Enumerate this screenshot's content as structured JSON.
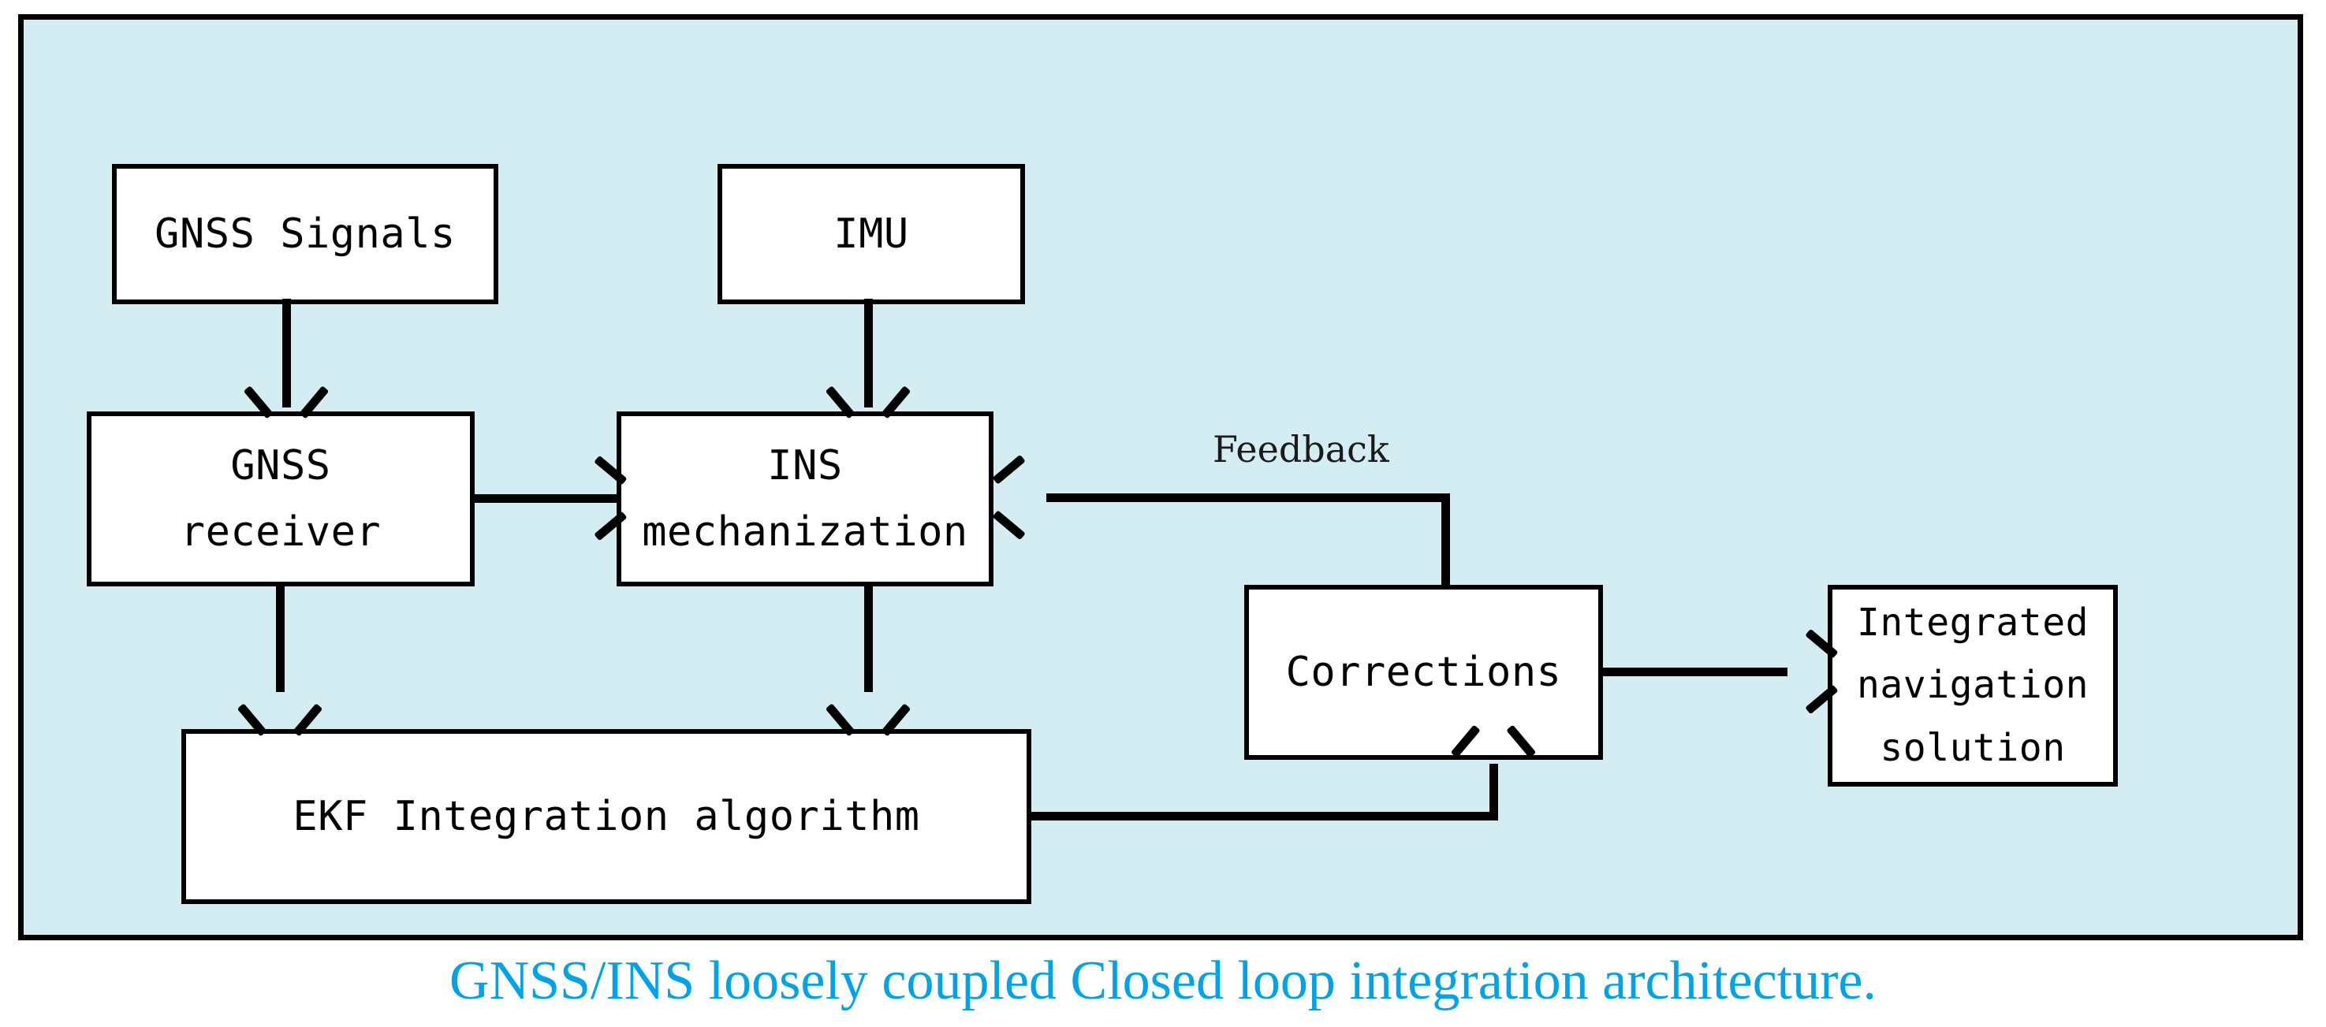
{
  "figure": {
    "caption": "GNSS/INS loosely coupled Closed loop integration architecture.",
    "caption_color": "#00a2e8",
    "panel_background": "#d4edf2",
    "line_color": "#000000",
    "box_fill": "#ffffff"
  },
  "nodes": {
    "gnss_signals": {
      "label": "GNSS Signals"
    },
    "imu": {
      "label": "IMU"
    },
    "gnss_receiver": {
      "line1": "GNSS",
      "line2": "receiver"
    },
    "ins_mechanization": {
      "line1": "INS",
      "line2": "mechanization"
    },
    "ekf": {
      "label": "EKF Integration algorithm"
    },
    "corrections": {
      "label": "Corrections"
    },
    "integrated_solution": {
      "line1": "Integrated",
      "line2": "navigation",
      "line3": "solution"
    }
  },
  "edges": {
    "feedback_label": "Feedback"
  }
}
